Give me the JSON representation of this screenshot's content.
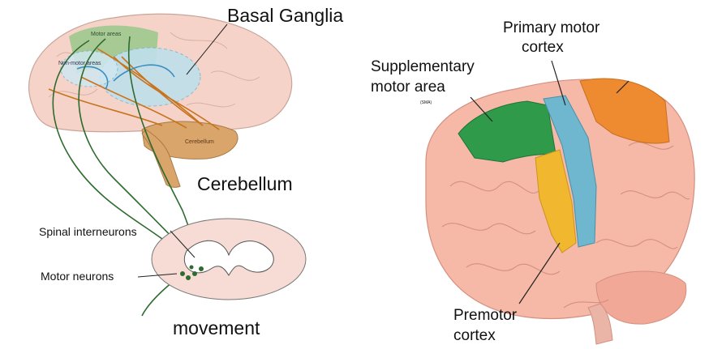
{
  "left": {
    "labels": {
      "basal_ganglia": "Basal Ganglia",
      "cerebellum": "Cerebellum",
      "spinal_interneurons": "Spinal interneurons",
      "motor_neurons": "Motor neurons",
      "movement": "movement",
      "motor_areas": "Motor areas",
      "non_motor_areas": "Non-motor areas",
      "cerebellum_small": "Cerebellum"
    },
    "colors": {
      "brain": "#f6d3c8",
      "motor_area": "#9fc98f",
      "basal_ganglia": "#bfe0ec",
      "cerebellum": "#d9a56a",
      "pathway_green": "#2e6b2e",
      "pathway_orange": "#c8741e",
      "pathway_blue": "#3a8fc0"
    }
  },
  "right": {
    "labels": {
      "primary_motor_cortex_1": "Primary motor",
      "primary_motor_cortex_2": "cortex",
      "sma_1": "Supplementary",
      "sma_2": "motor area",
      "sma_abbrev": "(SMA)",
      "premotor_1": "Premotor",
      "premotor_2": "cortex"
    },
    "colors": {
      "brain": "#f6b9a8",
      "sma": "#2e9a4a",
      "primary_motor": "#6fb6cf",
      "premotor": "#f1b72e",
      "prefrontal": "#ee8a30"
    }
  }
}
